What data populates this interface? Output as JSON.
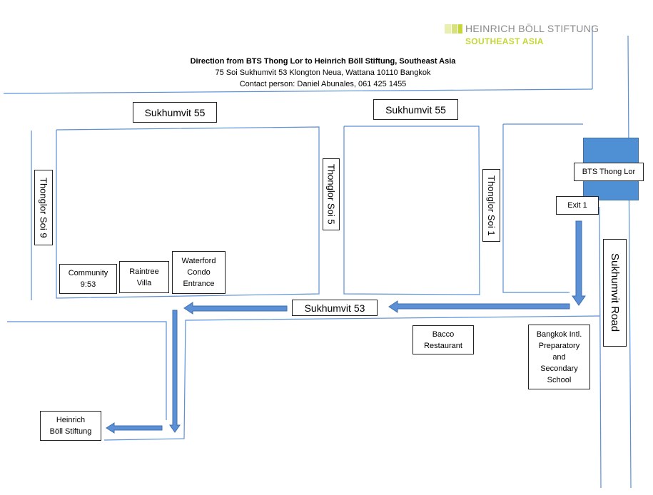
{
  "header": {
    "title": "Direction from BTS Thong Lor to Heinrich Böll Stiftung, Southeast Asia",
    "address": "75 Soi Sukhumvit 53 Klongton Neua, Wattana 10110 Bangkok",
    "contact": "Contact person: Daniel Abunales, 061 425 1455"
  },
  "logo": {
    "name": "HEINRICH BÖLL STIFTUNG",
    "region": "SOUTHEAST ASIA",
    "colors": [
      "#e9efb0",
      "#d7e27a",
      "#c4d63a"
    ]
  },
  "streets": {
    "sukhumvit55_left": "Sukhumvit 55",
    "sukhumvit55_right": "Sukhumvit 55",
    "sukhumvit53": "Sukhumvit 53",
    "thonglor_soi9": "Thonglor Soi 9",
    "thonglor_soi5": "Thonglor  Soi 5",
    "thonglor_soi1": "Thonglor  Soi 1",
    "sukhumvit_road": "Sukhumvit Road"
  },
  "transit": {
    "station": "BTS Thong Lor",
    "exit": "Exit 1"
  },
  "landmarks": {
    "community": "Community\n9:53",
    "raintree": "Raintree\nVilla",
    "waterford": "Waterford\nCondo\nEntrance",
    "bacco": "Bacco\nRestaurant",
    "school": "Bangkok Intl.\nPreparatory\nand\nSecondary\nSchool",
    "destination": "Heinrich\nBöll Stiftung"
  },
  "colors": {
    "road_line": "#5b8fd6",
    "arrow_fill": "#5b8fd6",
    "arrow_stroke": "#3f6fae",
    "station_fill": "#4f8fd3"
  }
}
